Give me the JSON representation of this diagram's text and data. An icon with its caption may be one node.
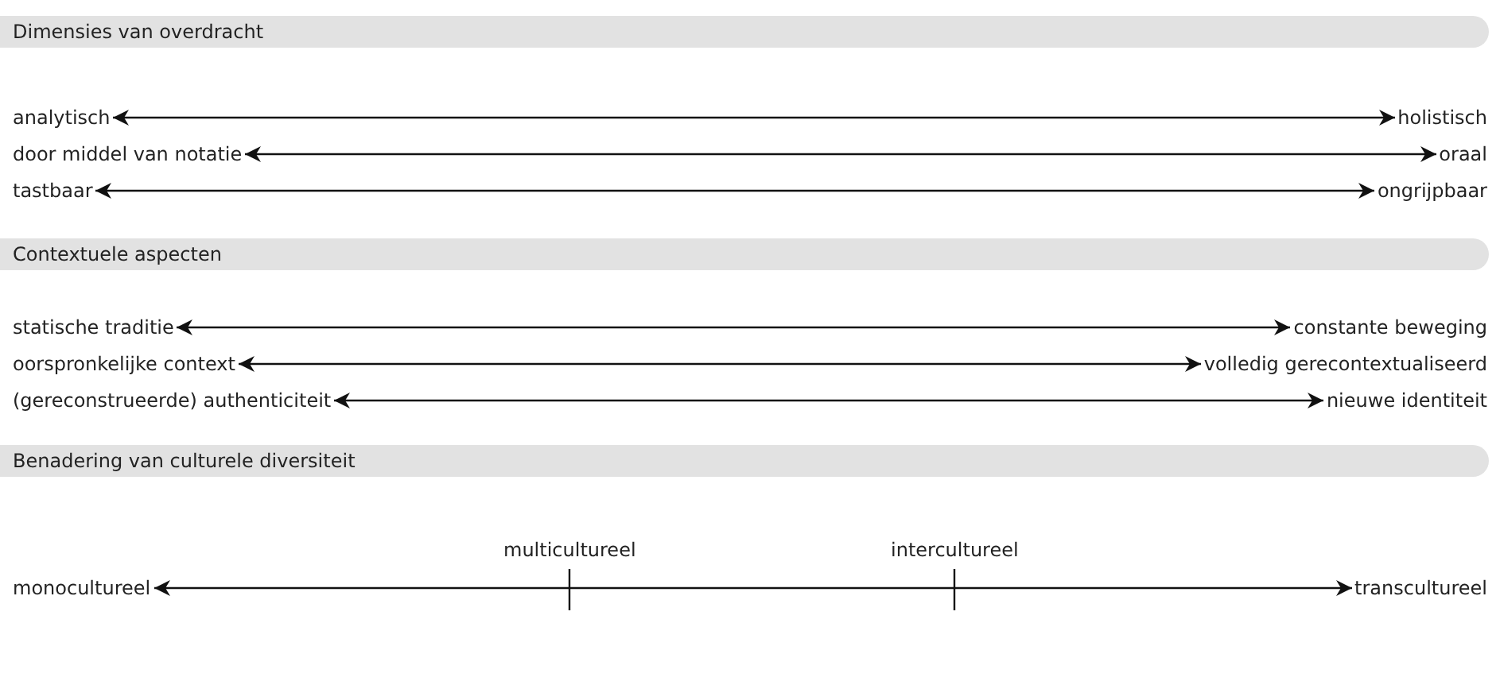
{
  "diagram": {
    "nodes": [
      {
        "text": [
          "Dimensies van overdracht"
        ]
      },
      {
        "text": [
          "analytisch"
        ]
      },
      {
        "text": [
          "holistisch"
        ]
      },
      {
        "text": [
          "door middel van notatie"
        ]
      },
      {
        "text": [
          "oraal"
        ]
      },
      {
        "text": [
          "tastbaar"
        ]
      },
      {
        "text": [
          "ongrijpbaar"
        ]
      },
      {
        "text": [
          "Contextuele aspecten"
        ]
      },
      {
        "text": [
          "statische traditie"
        ]
      },
      {
        "text": [
          "constante beweging"
        ]
      },
      {
        "text": [
          "oorspronkelijke context"
        ]
      },
      {
        "text": [
          "volledig gerecontextualiseerd"
        ]
      },
      {
        "text": [
          "(gereconstrueerde) authenticiteit"
        ]
      },
      {
        "text": [
          "nieuwe identiteit"
        ]
      },
      {
        "text": [
          "Benadering van culturele diversiteit"
        ]
      },
      {
        "text": [
          "monocultureel"
        ]
      },
      {
        "text": [
          "transcultureel"
        ]
      }
    ],
    "edges": [
      {
        "from": 1,
        "to": 2,
        "arrow": "both"
      },
      {
        "from": 3,
        "to": 4,
        "arrow": "both"
      },
      {
        "from": 5,
        "to": 6,
        "arrow": "both"
      },
      {
        "from": 8,
        "to": 9,
        "arrow": "both"
      },
      {
        "from": 10,
        "to": 11,
        "arrow": "both"
      },
      {
        "from": 12,
        "to": 13,
        "arrow": "both"
      },
      {
        "from": 15,
        "to": 16,
        "arrow": "both"
      }
    ],
    "labels": [
      "multicultureel",
      "intercultureel"
    ]
  }
}
